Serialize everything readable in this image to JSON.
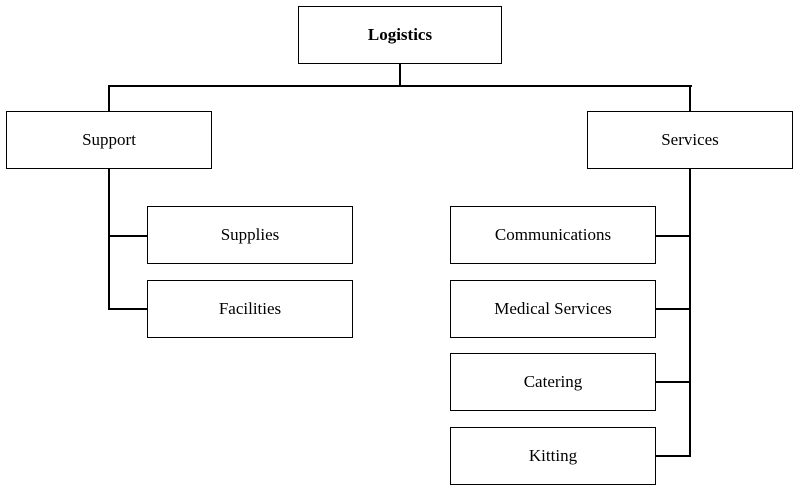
{
  "root": {
    "label": "Logistics"
  },
  "branches": {
    "support": {
      "label": "Support",
      "children": [
        "Supplies",
        "Facilities"
      ]
    },
    "services": {
      "label": "Services",
      "children": [
        "Communications",
        "Medical Services",
        "Catering",
        "Kitting"
      ]
    }
  },
  "colors": {
    "stroke": "#000000",
    "fill": "#ffffff"
  }
}
